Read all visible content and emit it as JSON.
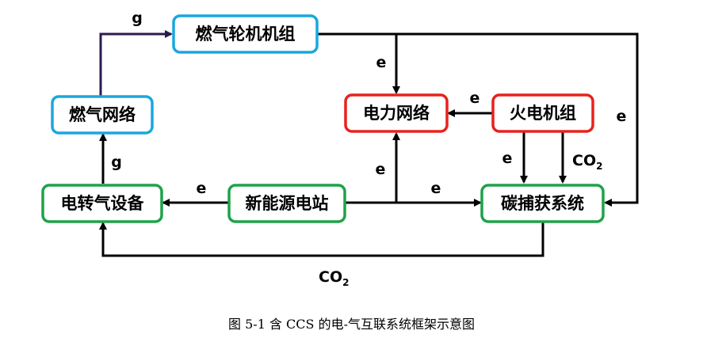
{
  "colors": {
    "blue_border": "#1aa7df",
    "red_border": "#e8221d",
    "green_border": "#1fa24a",
    "gas_line": "#2c1a4d",
    "line": "#000000"
  },
  "nodes": {
    "gas_turbine": "燃气轮机机组",
    "gas_network": "燃气网络",
    "power_network": "电力网络",
    "thermal_unit": "火电机组",
    "p2g_device": "电转气设备",
    "renewable_station": "新能源电站",
    "ccs_system": "碳捕获系统"
  },
  "edge_labels": {
    "gas_network_to_turbine": "g",
    "p2g_to_gas_network": "g",
    "turbine_to_power_network": "e",
    "thermal_to_power_network": "e",
    "turbine_to_ccs": "e",
    "thermal_to_ccs_e": "e",
    "thermal_to_ccs_co2": "CO",
    "thermal_to_ccs_co2_sub": "2",
    "renewable_to_p2g": "e",
    "renewable_to_power_network": "e",
    "renewable_to_ccs": "e",
    "ccs_to_p2g_co2": "CO",
    "ccs_to_p2g_co2_sub": "2"
  },
  "caption": "图 5-1  含 CCS 的电-气互联系统框架示意图"
}
